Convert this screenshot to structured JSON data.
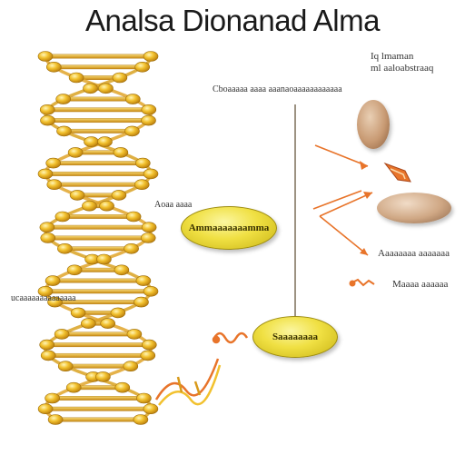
{
  "title": "Analsa Dionanad Alma",
  "labels": {
    "top_right_line1": "Iq lmaman",
    "top_right_line2": "ml aaloabstraaq",
    "mid_top": "Cboaaaaa aaaa aaanaoaaaaaaaaaaaa",
    "left_mid": "Aoaa aaaa",
    "left_low": "ucaaaaaaaaaaaaaa",
    "right_1": "Aaaaaaaa aaaaaaa",
    "right_2": "Maaaa aaaaaa"
  },
  "pills": {
    "pill_1": "Ammaaaaaaamma",
    "pill_2": "Saaaaaaaa"
  },
  "colors": {
    "nucleotide": "#f2c12e",
    "rung": "#d89a1a",
    "arrow": "#e8742a",
    "pill": "#f0e043",
    "blob": "#c89a73"
  },
  "icons": [
    "dna-helix",
    "cell-blob",
    "arrow",
    "enzyme-shape"
  ]
}
